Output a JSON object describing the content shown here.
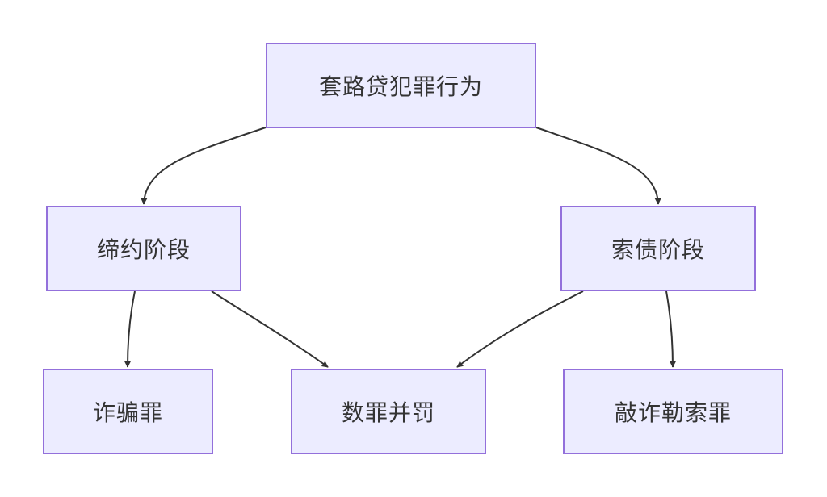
{
  "diagram": {
    "nodes": {
      "root": "套路贷犯罪行为",
      "sign": "缔约阶段",
      "debt": "索债阶段",
      "fraud": "诈骗罪",
      "multi": "数罪并罚",
      "extort": "敲诈勒索罪"
    },
    "edges": [
      {
        "from": "root",
        "to": "sign"
      },
      {
        "from": "root",
        "to": "debt"
      },
      {
        "from": "sign",
        "to": "fraud"
      },
      {
        "from": "sign",
        "to": "multi"
      },
      {
        "from": "debt",
        "to": "multi"
      },
      {
        "from": "debt",
        "to": "extort"
      }
    ],
    "colors": {
      "node_fill": "#ececff",
      "node_border": "#9370db",
      "edge": "#333333",
      "text": "#333333"
    }
  }
}
